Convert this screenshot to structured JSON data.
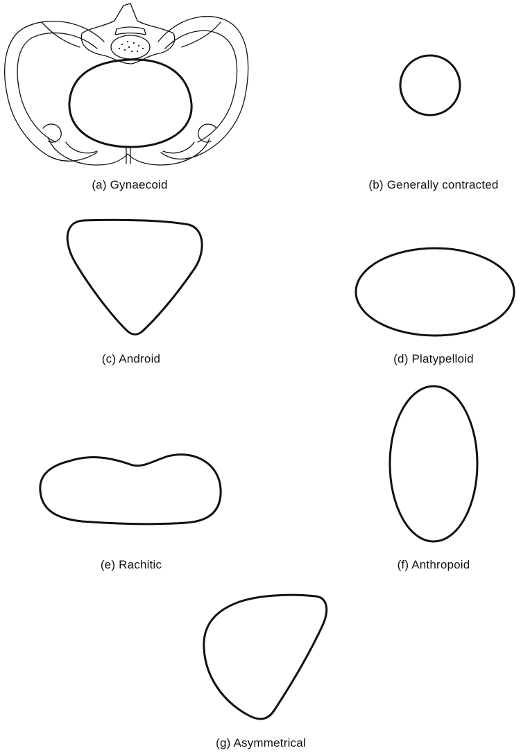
{
  "figures": [
    {
      "id": "a",
      "caption": "(a) Gynaecoid"
    },
    {
      "id": "b",
      "caption": "(b) Generally contracted"
    },
    {
      "id": "c",
      "caption": "(c) Android"
    },
    {
      "id": "d",
      "caption": "(d) Platypelloid"
    },
    {
      "id": "e",
      "caption": "(e) Rachitic"
    },
    {
      "id": "f",
      "caption": "(f) Anthropoid"
    },
    {
      "id": "g",
      "caption": "(g) Asymmetrical"
    }
  ],
  "colors": {
    "stroke": "#111111",
    "background": "#ffffff"
  }
}
